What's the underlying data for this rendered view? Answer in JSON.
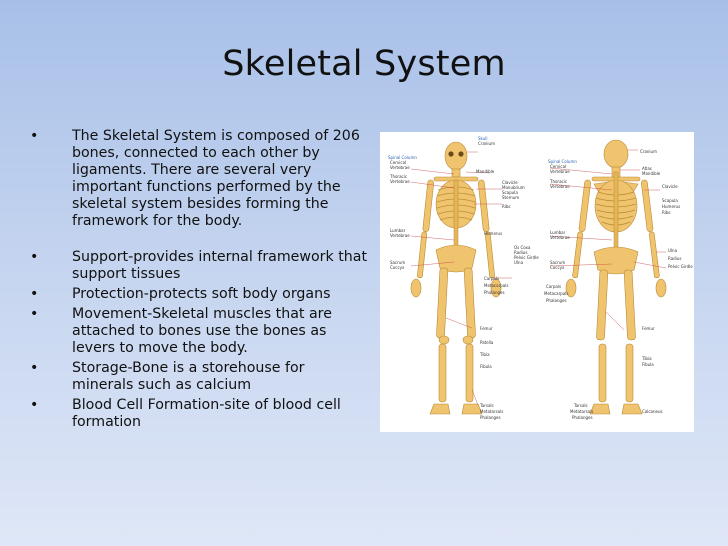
{
  "slide": {
    "title": "Skeletal System",
    "bullets": [
      "The Skeletal System is composed of 206 bones, connected to each other by ligaments. There are several very important functions performed by the skeletal system besides forming the framework for the body.",
      "Support-provides internal framework that support tissues",
      "Protection-protects soft body organs",
      "Movement-Skeletal muscles that are attached to bones use the bones as levers to move the body.",
      "Storage-Bone is a storehouse for minerals such as calcium",
      "Blood Cell Formation-site of blood cell formation"
    ]
  },
  "figure": {
    "front_labels": {
      "skull": "Skull",
      "cranium": "Cranium",
      "spinal_column": "Spinal Column",
      "cervical": "Cervical",
      "vertebrae": "Vertebrae",
      "mandible": "Mandible",
      "thoracic": "Thoracic",
      "thoracic_vertebrae": "Vertebrae",
      "clavicle": "Clavicle",
      "manubrium": "Manubrium",
      "scapula": "Scapula",
      "sternum": "Sternum",
      "ribs": "Ribs",
      "lumbar": "Lumbar",
      "lumbar_vertebrae": "Vertebrae",
      "humerus": "Humerus",
      "os_coxa": "Os Coxa",
      "radius": "Radius",
      "pelvic_girdle": "Pelvic Girdle",
      "ulna": "Ulna",
      "sacrum": "Sacrum",
      "coccyx": "Coccyx",
      "carpals": "Carpals",
      "metacarpals": "Metacarpals",
      "phalanges": "Phalanges",
      "femur": "Femur",
      "patella": "Patella",
      "tibia": "Tibia",
      "fibula": "Fibula",
      "tarsals": "Tarsals",
      "metatarsals": "Metatarsals",
      "foot_phalanges": "Phalanges"
    },
    "back_labels": {
      "cranium": "Cranium",
      "spinal_column": "Spinal Column",
      "cervical": "Cervical",
      "vertebrae": "Vertebrae",
      "atlas": "Atlas",
      "mandible": "Mandible",
      "thoracic": "Thoracic",
      "thoracic_vertebrae": "Vertebrae",
      "clavicle": "Clavicle",
      "scapula": "Scapula",
      "humerus": "Humerus",
      "ribs": "Ribs",
      "lumbar": "Lumbar",
      "lumbar_vertebrae": "Vertebrae",
      "ulna": "Ulna",
      "radius": "Radius",
      "pelvic_girdle": "Pelvic Girdle",
      "sacrum": "Sacrum",
      "coccyx": "Coccyx",
      "carpals": "Carpals",
      "metacarpals": "Metacarpals",
      "phalanges": "Phalanges",
      "femur": "Femur",
      "tibia": "Tibia",
      "fibula": "Fibula",
      "tarsals": "Tarsals",
      "metatarsals": "Metatarsals",
      "foot_phalanges": "Phalanges",
      "calcaneus": "Calcaneus"
    }
  },
  "colors": {
    "background_top": "#a8c0e8",
    "background_bottom": "#dfe7f7",
    "bone": "#f0c46e",
    "bone_outline": "#b88a34",
    "label_heading": "#2a66b5"
  }
}
